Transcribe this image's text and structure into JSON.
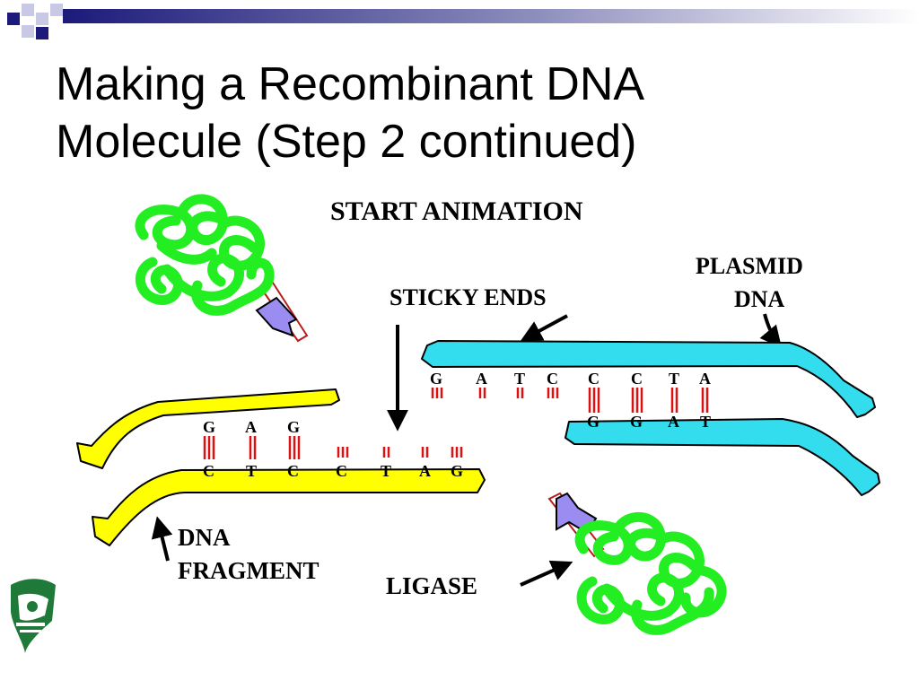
{
  "slide": {
    "title_line1": "Making a Recombinant DNA",
    "title_line2": "Molecule (Step 2 continued)"
  },
  "diagram": {
    "start_animation": "START ANIMATION",
    "sticky_ends": "STICKY ENDS",
    "plasmid_line1": "PLASMID",
    "plasmid_line2": "DNA",
    "dna_line1": "DNA",
    "dna_line2": "FRAGMENT",
    "ligase": "LIGASE",
    "fragment_top_bases": [
      "G",
      "A",
      "G"
    ],
    "fragment_bottom_bases": [
      "C",
      "T",
      "C",
      "C",
      "T",
      "A",
      "G"
    ],
    "plasmid_top_bases": [
      "G",
      "A",
      "T",
      "C",
      "C",
      "C",
      "T",
      "A"
    ],
    "plasmid_bottom_bases": [
      "G",
      "G",
      "A",
      "T"
    ]
  },
  "colors": {
    "fragment": "#ffff00",
    "plasmid": "#33ddee",
    "ligase": "#22ee22",
    "bond": "#dd1111",
    "accent": "#1c1a7a"
  }
}
